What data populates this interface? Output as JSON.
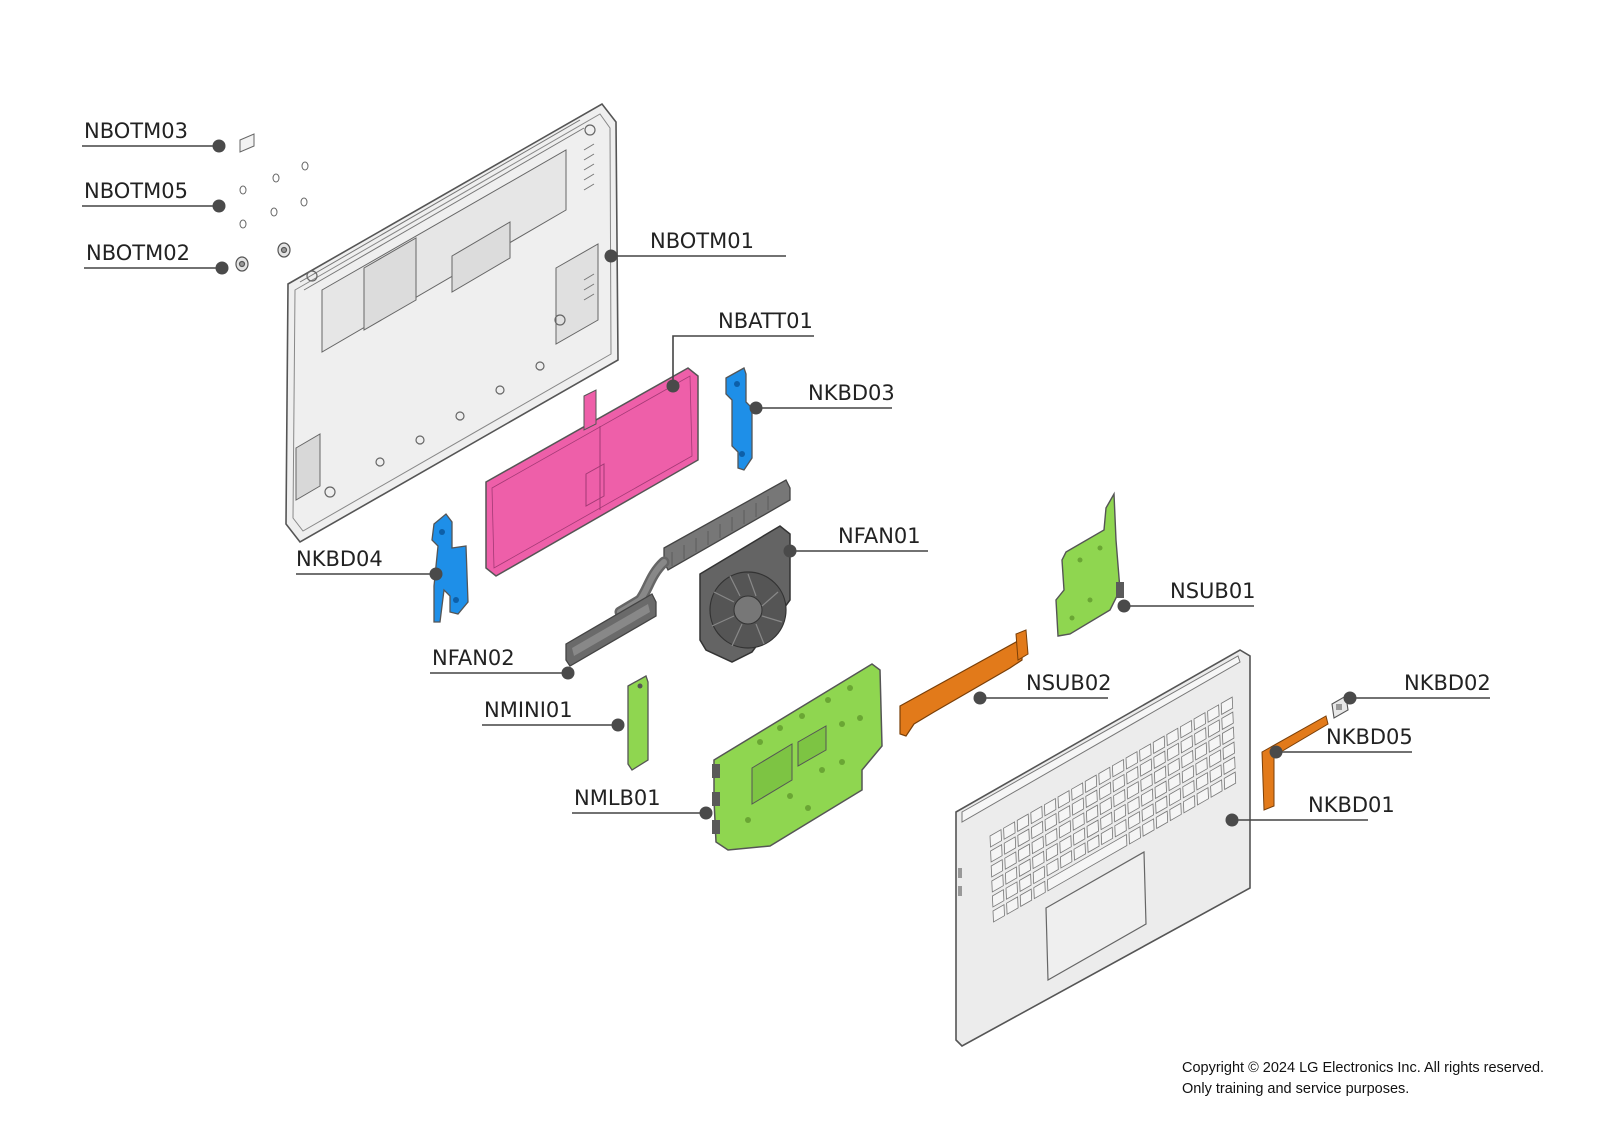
{
  "colors": {
    "battery": "#ee5fa9",
    "bracket": "#1e8fe8",
    "board": "#8fd650",
    "flex_cable": "#e27a1a",
    "thermal": "#666666",
    "housing": "#ebebeb",
    "outline": "#555555",
    "leader": "#444444"
  },
  "callouts": [
    {
      "id": "nbotm03",
      "label": "NBOTM03"
    },
    {
      "id": "nbotm05",
      "label": "NBOTM05"
    },
    {
      "id": "nbotm02",
      "label": "NBOTM02"
    },
    {
      "id": "nbotm01",
      "label": "NBOTM01"
    },
    {
      "id": "nbatt01",
      "label": "NBATT01"
    },
    {
      "id": "nkbd03",
      "label": "NKBD03"
    },
    {
      "id": "nfan01",
      "label": "NFAN01"
    },
    {
      "id": "nkbd04",
      "label": "NKBD04"
    },
    {
      "id": "nsub01",
      "label": "NSUB01"
    },
    {
      "id": "nfan02",
      "label": "NFAN02"
    },
    {
      "id": "nsub02",
      "label": "NSUB02"
    },
    {
      "id": "nkbd02",
      "label": "NKBD02"
    },
    {
      "id": "nmini01",
      "label": "NMINI01"
    },
    {
      "id": "nkbd05",
      "label": "NKBD05"
    },
    {
      "id": "nmlb01",
      "label": "NMLB01"
    },
    {
      "id": "nkbd01",
      "label": "NKBD01"
    }
  ],
  "copyright": {
    "line1": "Copyright © 2024 LG Electronics Inc. All rights reserved.",
    "line2": "Only training and service purposes."
  }
}
